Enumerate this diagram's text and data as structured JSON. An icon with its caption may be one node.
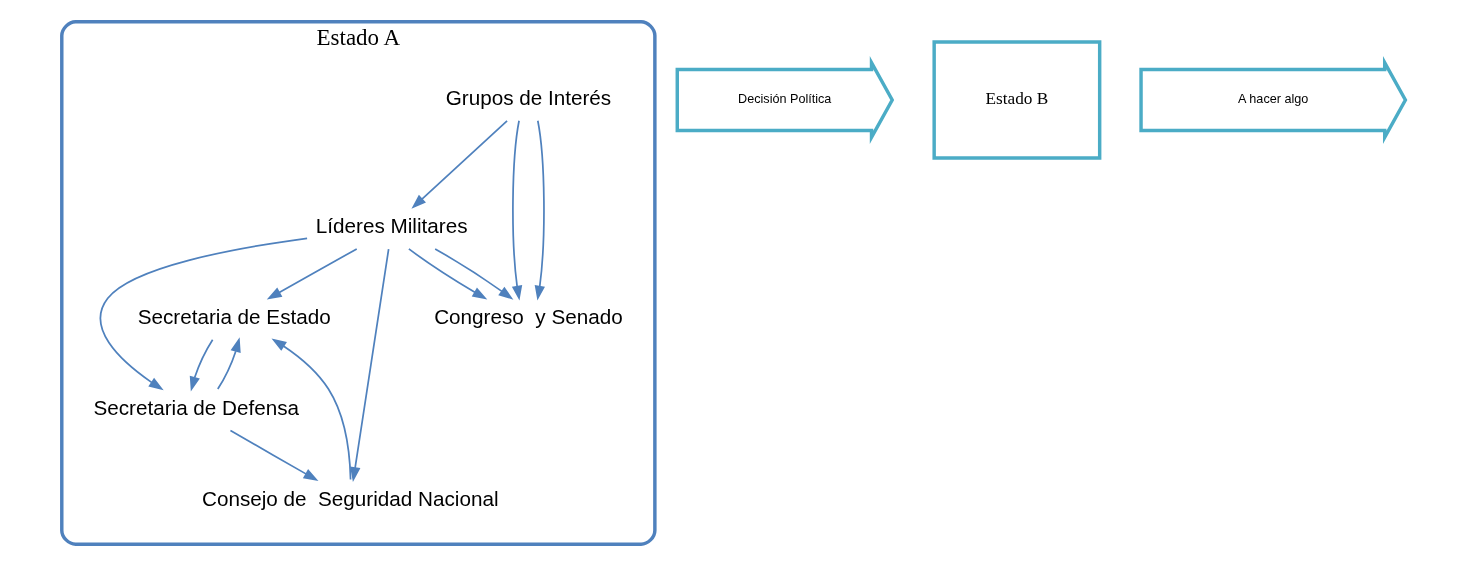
{
  "diagram": {
    "nodes": [
      {
        "text": [
          "Estado A"
        ]
      },
      {
        "text": [
          "Secretaria de Estado"
        ],
        "in": 0
      },
      {
        "text": [
          "Secretaria de Defensa"
        ],
        "in": 0
      },
      {
        "text": [
          "Consejo de  Seguridad Nacional"
        ],
        "in": 0
      },
      {
        "text": [
          "Líderes Militares"
        ],
        "in": 0
      },
      {
        "text": [
          "Congreso  y Senado"
        ],
        "in": 0
      },
      {
        "text": [
          "Grupos de Interés"
        ],
        "in": 0
      },
      {
        "text": [
          "Decisión Política"
        ]
      },
      {
        "text": [
          "Estado B"
        ]
      },
      {
        "text": [
          "A hacer algo"
        ]
      }
    ],
    "edges": [
      {
        "from": 1,
        "to": 2,
        "arrow": "to"
      },
      {
        "from": 2,
        "to": 1,
        "arrow": "to"
      },
      {
        "from": 2,
        "to": 3,
        "arrow": "to"
      },
      {
        "from": 3,
        "to": 1,
        "arrow": "to"
      },
      {
        "from": 4,
        "to": 3,
        "arrow": "to"
      },
      {
        "from": 4,
        "to": 1,
        "arrow": "to"
      },
      {
        "from": 4,
        "to": 2,
        "arrow": "to"
      },
      {
        "from": 4,
        "to": 5,
        "arrow": "to"
      },
      {
        "from": 4,
        "to": 5,
        "arrow": "to"
      },
      {
        "from": 6,
        "to": 4,
        "arrow": "to"
      },
      {
        "from": 6,
        "to": 5,
        "arrow": "to"
      },
      {
        "from": 6,
        "to": 5,
        "arrow": "to"
      }
    ]
  }
}
